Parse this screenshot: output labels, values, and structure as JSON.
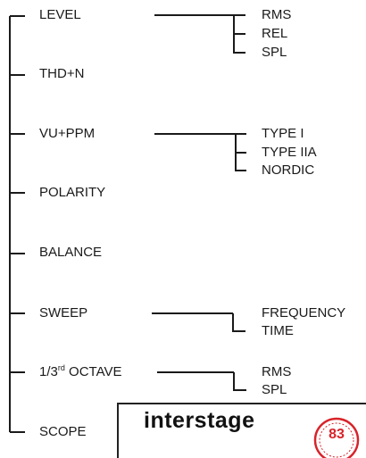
{
  "menu": {
    "items": [
      {
        "label": "LEVEL",
        "children": [
          "RMS",
          "REL",
          "SPL"
        ]
      },
      {
        "label": "THD+N",
        "children": []
      },
      {
        "label": "VU+PPM",
        "children": [
          "TYPE I",
          "TYPE IIA",
          "NORDIC"
        ]
      },
      {
        "label": "POLARITY",
        "children": []
      },
      {
        "label": "BALANCE",
        "children": []
      },
      {
        "label": "SWEEP",
        "children": [
          "FREQUENCY",
          "TIME"
        ]
      },
      {
        "label_main": "1/3",
        "label_sup": "rd",
        "label_rest": " OCTAVE",
        "children": [
          "RMS",
          "SPL"
        ]
      },
      {
        "label": "SCOPE",
        "children": []
      }
    ]
  },
  "brand": {
    "name": "interstage",
    "seal_text": "83",
    "seal_color": "#d8232a"
  },
  "colors": {
    "line": "#1a1a1a"
  }
}
